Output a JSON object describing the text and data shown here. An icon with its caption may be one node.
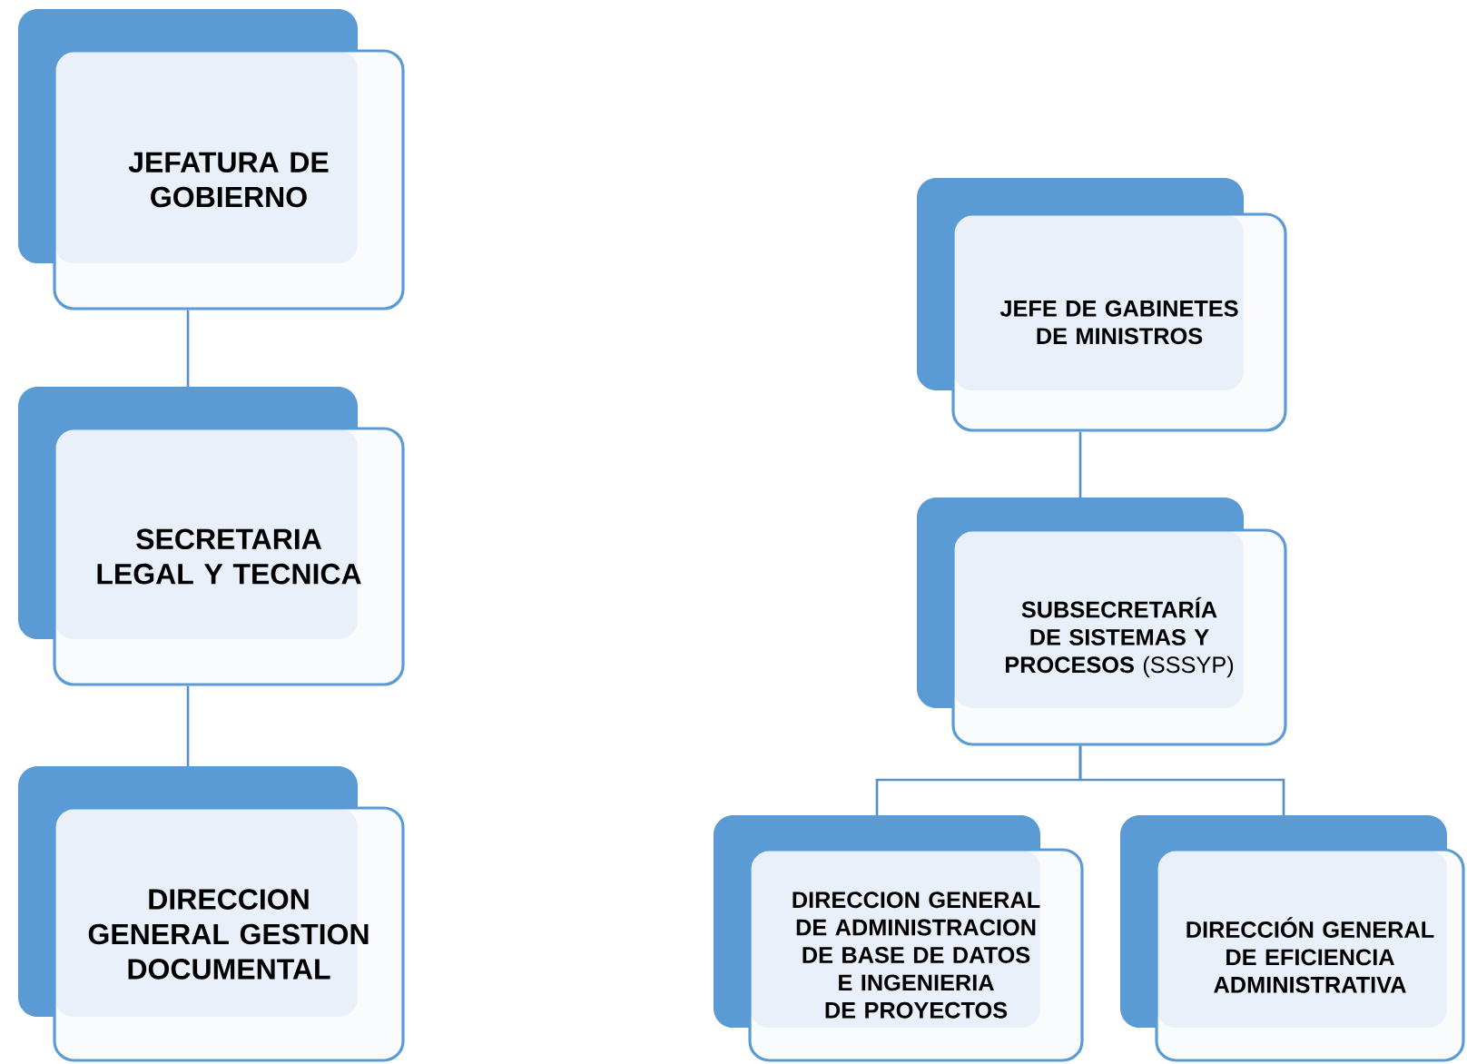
{
  "diagram": {
    "nodes": [
      {
        "text": [
          "JEFATURA DE GOBIERNO"
        ]
      },
      {
        "text": [
          "SECRETARIA LEGAL Y TECNICA"
        ]
      },
      {
        "text": [
          "DIRECCION GENERAL GESTION DOCUMENTAL"
        ]
      },
      {
        "text": [
          "JEFE DE GABINETES DE MINISTROS"
        ]
      },
      {
        "text": [
          "**SUBSECRETARÍA DE SISTEMAS Y PROCESOS** (SSSYP)"
        ]
      },
      {
        "text": [
          "DIRECCION GENERAL DE ADMINISTRACION DE BASE DE DATOS E INGENIERIA DE PROYECTOS"
        ]
      },
      {
        "text": [
          "DIRECCIÓN GENERAL DE EFICIENCIA ADMINISTRATIVA"
        ]
      }
    ],
    "edges": [
      {
        "from": 0,
        "to": 1,
        "arrow": "none"
      },
      {
        "from": 1,
        "to": 2,
        "arrow": "none"
      },
      {
        "from": 3,
        "to": 4,
        "arrow": "none"
      },
      {
        "from": 4,
        "to": 5,
        "arrow": "none"
      },
      {
        "from": 4,
        "to": 6,
        "arrow": "none"
      }
    ]
  }
}
